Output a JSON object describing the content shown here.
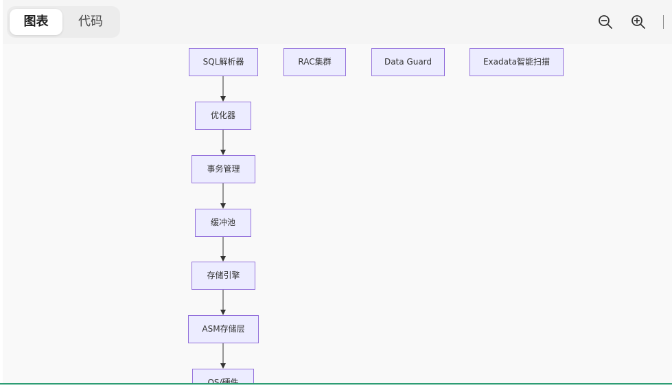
{
  "tabs": {
    "diagram_label": "图表",
    "code_label": "代码"
  },
  "toolbar": {
    "zoom_out_icon": "zoom-out-icon",
    "zoom_in_icon": "zoom-in-icon"
  },
  "diagram": {
    "type": "flowchart",
    "node_fill": "#ececff",
    "node_stroke": "#9370db",
    "nodes": {
      "sql_parser": "SQL解析器",
      "rac_cluster": "RAC集群",
      "data_guard": "Data Guard",
      "exadata": "Exadata智能扫描",
      "optimizer": "优化器",
      "transaction": "事务管理",
      "buffer_pool": "缓冲池",
      "storage_engine": "存储引擎",
      "asm_storage": "ASM存储层",
      "os_hardware": "OS/硬件"
    },
    "edges": [
      [
        "SQL解析器",
        "优化器"
      ],
      [
        "优化器",
        "事务管理"
      ],
      [
        "事务管理",
        "缓冲池"
      ],
      [
        "缓冲池",
        "存储引擎"
      ],
      [
        "存储引擎",
        "ASM存储层"
      ],
      [
        "ASM存储层",
        "OS/硬件"
      ]
    ]
  }
}
